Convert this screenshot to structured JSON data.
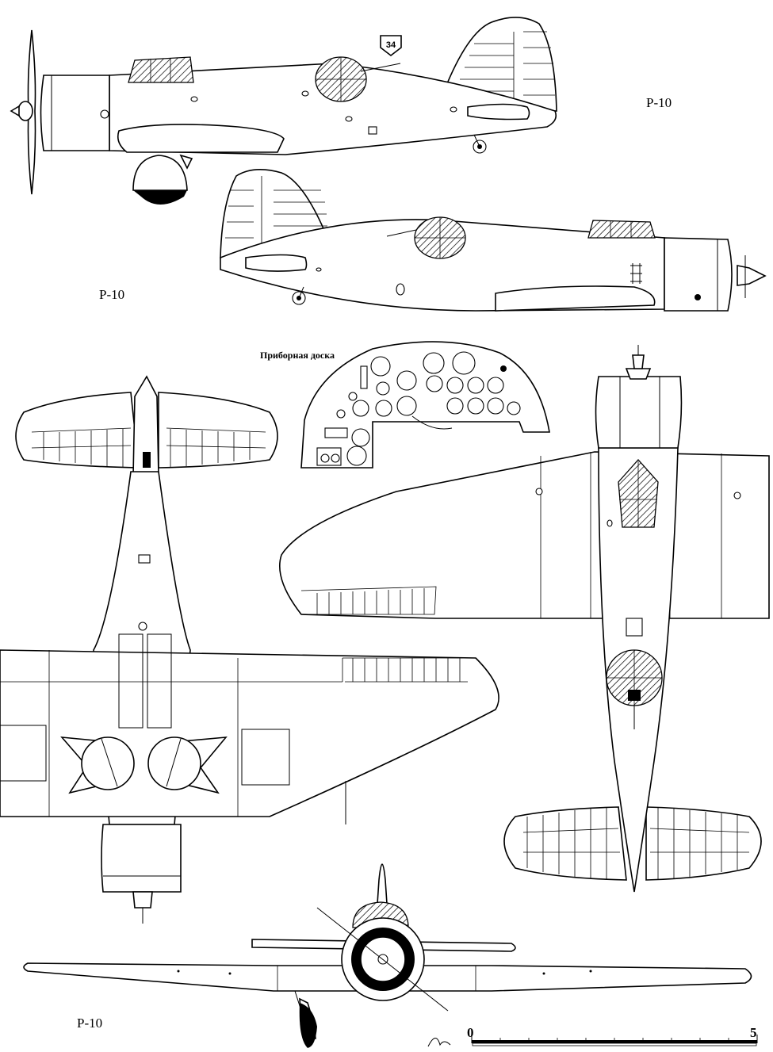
{
  "labels": {
    "side_view_top": "Р-10",
    "side_view_bottom": "Р-10",
    "front_view": "Р-10",
    "instrument_panel": "Приборная доска",
    "tail_number": "34"
  },
  "scale_bar": {
    "start": "0",
    "end": "5",
    "segments": 10
  }
}
